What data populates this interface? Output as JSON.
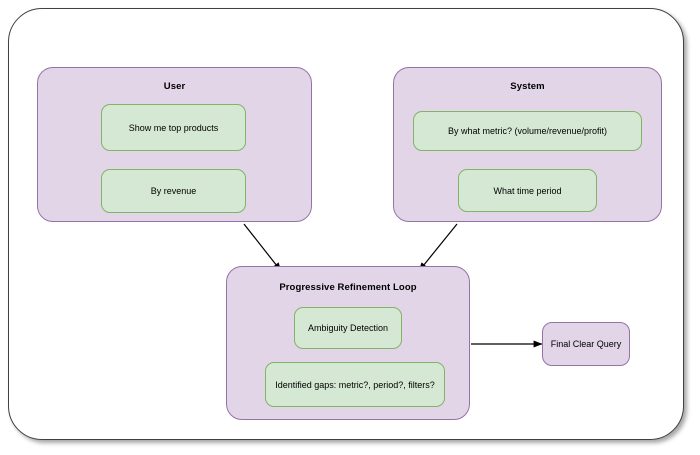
{
  "diagram": {
    "title_hidden": "",
    "colors": {
      "group_fill": "#e1d5e7",
      "group_stroke": "#9673a6",
      "node_green_fill": "#d5e8d4",
      "node_green_stroke": "#82b366",
      "node_purple_fill": "#e1d5e7",
      "node_purple_stroke": "#9673a6",
      "frame_stroke": "#3f3f44",
      "edge_stroke": "#000000",
      "background": "#ffffff"
    },
    "groups": [
      {
        "id": "user",
        "title": "User",
        "nodes": [
          {
            "id": "show-me-top-products",
            "label": "Show me top products",
            "style": "green"
          },
          {
            "id": "by-revenue",
            "label": "By revenue",
            "style": "green"
          }
        ]
      },
      {
        "id": "system",
        "title": "System",
        "nodes": [
          {
            "id": "by-what-metric",
            "label": "By what metric? (volume/revenue/profit)",
            "style": "green"
          },
          {
            "id": "what-time-period",
            "label": "What time period",
            "style": "green"
          }
        ]
      },
      {
        "id": "progressive-refinement-loop",
        "title": "Progressive Refinement Loop",
        "nodes": [
          {
            "id": "ambiguity-detection",
            "label": "Ambiguity Detection",
            "style": "green"
          },
          {
            "id": "identified-gaps",
            "label": "Identified gaps: metric?, period?, filters?",
            "style": "green"
          }
        ]
      }
    ],
    "standalone_nodes": [
      {
        "id": "final-clear-query",
        "label": "Final Clear Query",
        "style": "purple"
      }
    ],
    "edges": [
      {
        "id": "user-to-loop",
        "from": "user",
        "to": "progressive-refinement-loop",
        "label": "",
        "arrow": "end"
      },
      {
        "id": "system-to-loop",
        "from": "system",
        "to": "progressive-refinement-loop",
        "label": "",
        "arrow": "end"
      },
      {
        "id": "loop-to-final",
        "from": "progressive-refinement-loop",
        "to": "final-clear-query",
        "label": "",
        "arrow": "end"
      }
    ]
  }
}
